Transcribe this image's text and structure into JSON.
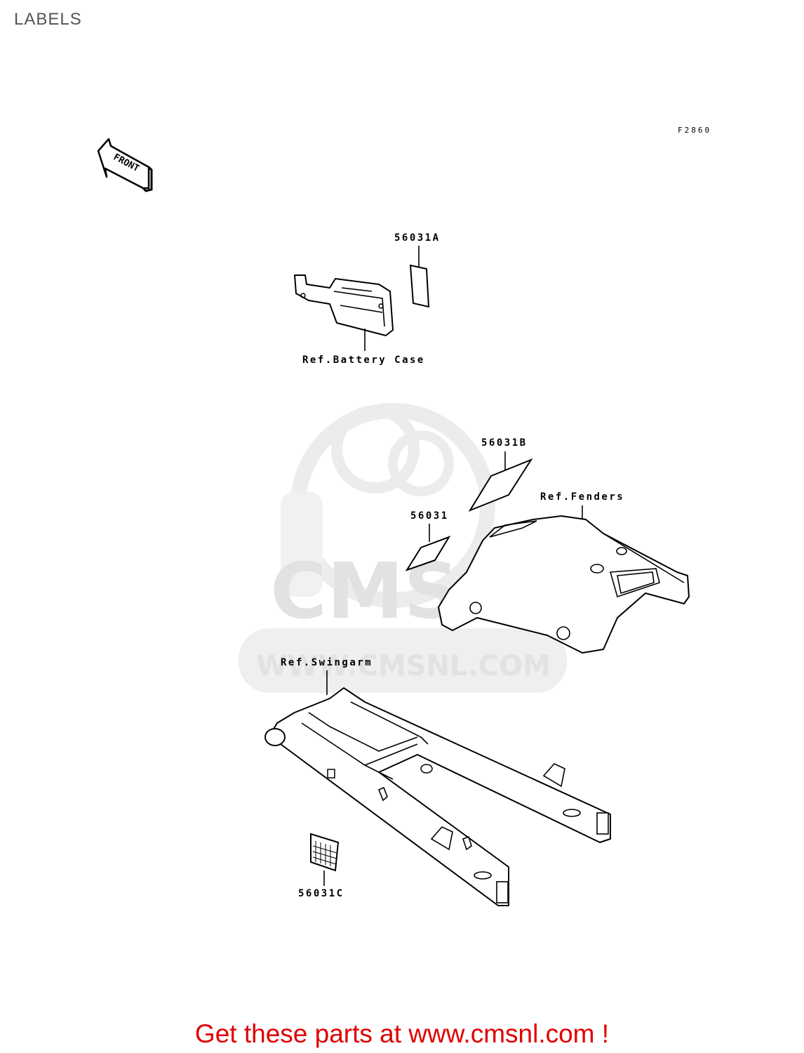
{
  "header": {
    "title": "LABELS"
  },
  "diagram": {
    "figure_code": "F2860",
    "front_arrow": "FRONT",
    "watermark_text": "WWW.CMSNL.COM",
    "watermark_logo": "CMS",
    "callouts": {
      "label_a": "56031A",
      "battery_case": "Ref.Battery Case",
      "label_b": "56031B",
      "fenders": "Ref.Fenders",
      "label_plain": "56031",
      "swingarm": "Ref.Swingarm",
      "label_c": "56031C"
    }
  },
  "footer": {
    "text": "Get these parts at www.cmsnl.com !"
  }
}
